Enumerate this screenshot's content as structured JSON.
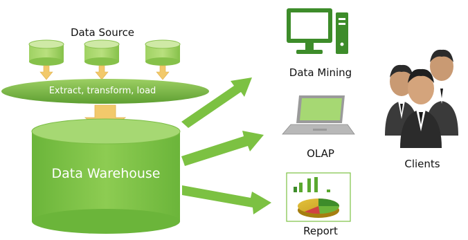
{
  "labels": {
    "data_source": "Data Source",
    "etl": "Extract, transform, load",
    "data_warehouse": "Data Warehouse",
    "data_mining": "Data Mining",
    "olap": "OLAP",
    "report": "Report",
    "clients": "Clients"
  },
  "colors": {
    "primary_green": "#7CC142",
    "dark_green": "#3D8C2A",
    "arrow_yellow": "#F2C96B",
    "client_suit": "#2b2b2b",
    "client_skin": "#c99a73"
  },
  "icons": {
    "source_db": "database-cylinder-icon",
    "warehouse": "database-cylinder-icon",
    "mining": "desktop-computer-icon",
    "olap": "laptop-icon",
    "report": "report-chart-icon",
    "clients": "users-group-icon"
  }
}
